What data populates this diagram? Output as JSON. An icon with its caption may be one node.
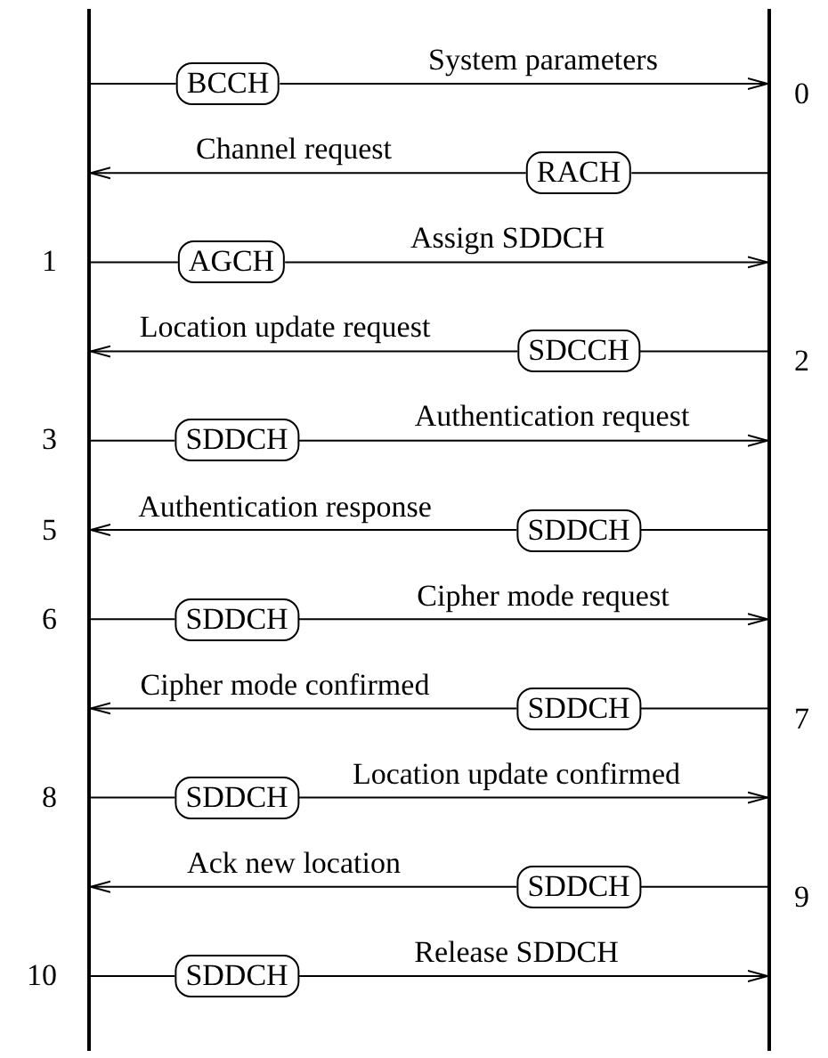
{
  "diagram": {
    "nodes": [
      {
        "text": [],
        "shape": "bar"
      },
      {
        "text": [],
        "shape": "bar"
      },
      {
        "text": [
          "BCCH"
        ]
      },
      {
        "text": [
          "RACH"
        ]
      },
      {
        "text": [
          "AGCH"
        ]
      },
      {
        "text": [
          "SDCCH"
        ]
      },
      {
        "text": [
          "SDDCH"
        ]
      },
      {
        "text": [
          "SDDCH"
        ]
      },
      {
        "text": [
          "SDDCH"
        ]
      },
      {
        "text": [
          "SDDCH"
        ]
      },
      {
        "text": [
          "SDDCH"
        ]
      },
      {
        "text": [
          "SDDCH"
        ]
      },
      {
        "text": [
          "SDDCH"
        ]
      }
    ],
    "edges": [
      {
        "from": 0,
        "to": 2,
        "arrow": "none"
      },
      {
        "from": 2,
        "to": 1,
        "arrow": "to",
        "label": "System parameters"
      },
      {
        "from": 1,
        "to": 3,
        "arrow": "none"
      },
      {
        "from": 3,
        "to": 0,
        "arrow": "to",
        "label": "Channel request"
      },
      {
        "from": 0,
        "to": 4,
        "arrow": "none"
      },
      {
        "from": 4,
        "to": 1,
        "arrow": "to",
        "label": "Assign SDDCH"
      },
      {
        "from": 1,
        "to": 5,
        "arrow": "none"
      },
      {
        "from": 5,
        "to": 0,
        "arrow": "to",
        "label": "Location update request"
      },
      {
        "from": 0,
        "to": 6,
        "arrow": "none"
      },
      {
        "from": 6,
        "to": 1,
        "arrow": "to",
        "label": "Authentication request"
      },
      {
        "from": 1,
        "to": 7,
        "arrow": "none"
      },
      {
        "from": 7,
        "to": 0,
        "arrow": "to",
        "label": "Authentication response"
      },
      {
        "from": 0,
        "to": 8,
        "arrow": "none"
      },
      {
        "from": 8,
        "to": 1,
        "arrow": "to",
        "label": "Cipher mode request"
      },
      {
        "from": 1,
        "to": 9,
        "arrow": "none"
      },
      {
        "from": 9,
        "to": 0,
        "arrow": "to",
        "label": "Cipher mode confirmed"
      },
      {
        "from": 0,
        "to": 10,
        "arrow": "none"
      },
      {
        "from": 10,
        "to": 1,
        "arrow": "to",
        "label": "Location update confirmed"
      },
      {
        "from": 1,
        "to": 11,
        "arrow": "none"
      },
      {
        "from": 11,
        "to": 0,
        "arrow": "to",
        "label": "Ack new location"
      },
      {
        "from": 0,
        "to": 12,
        "arrow": "none"
      },
      {
        "from": 12,
        "to": 1,
        "arrow": "to",
        "label": "Release SDDCH"
      }
    ],
    "labels": [
      "0",
      "1",
      "2",
      "3",
      "5",
      "6",
      "7",
      "8",
      "9",
      "10"
    ]
  }
}
